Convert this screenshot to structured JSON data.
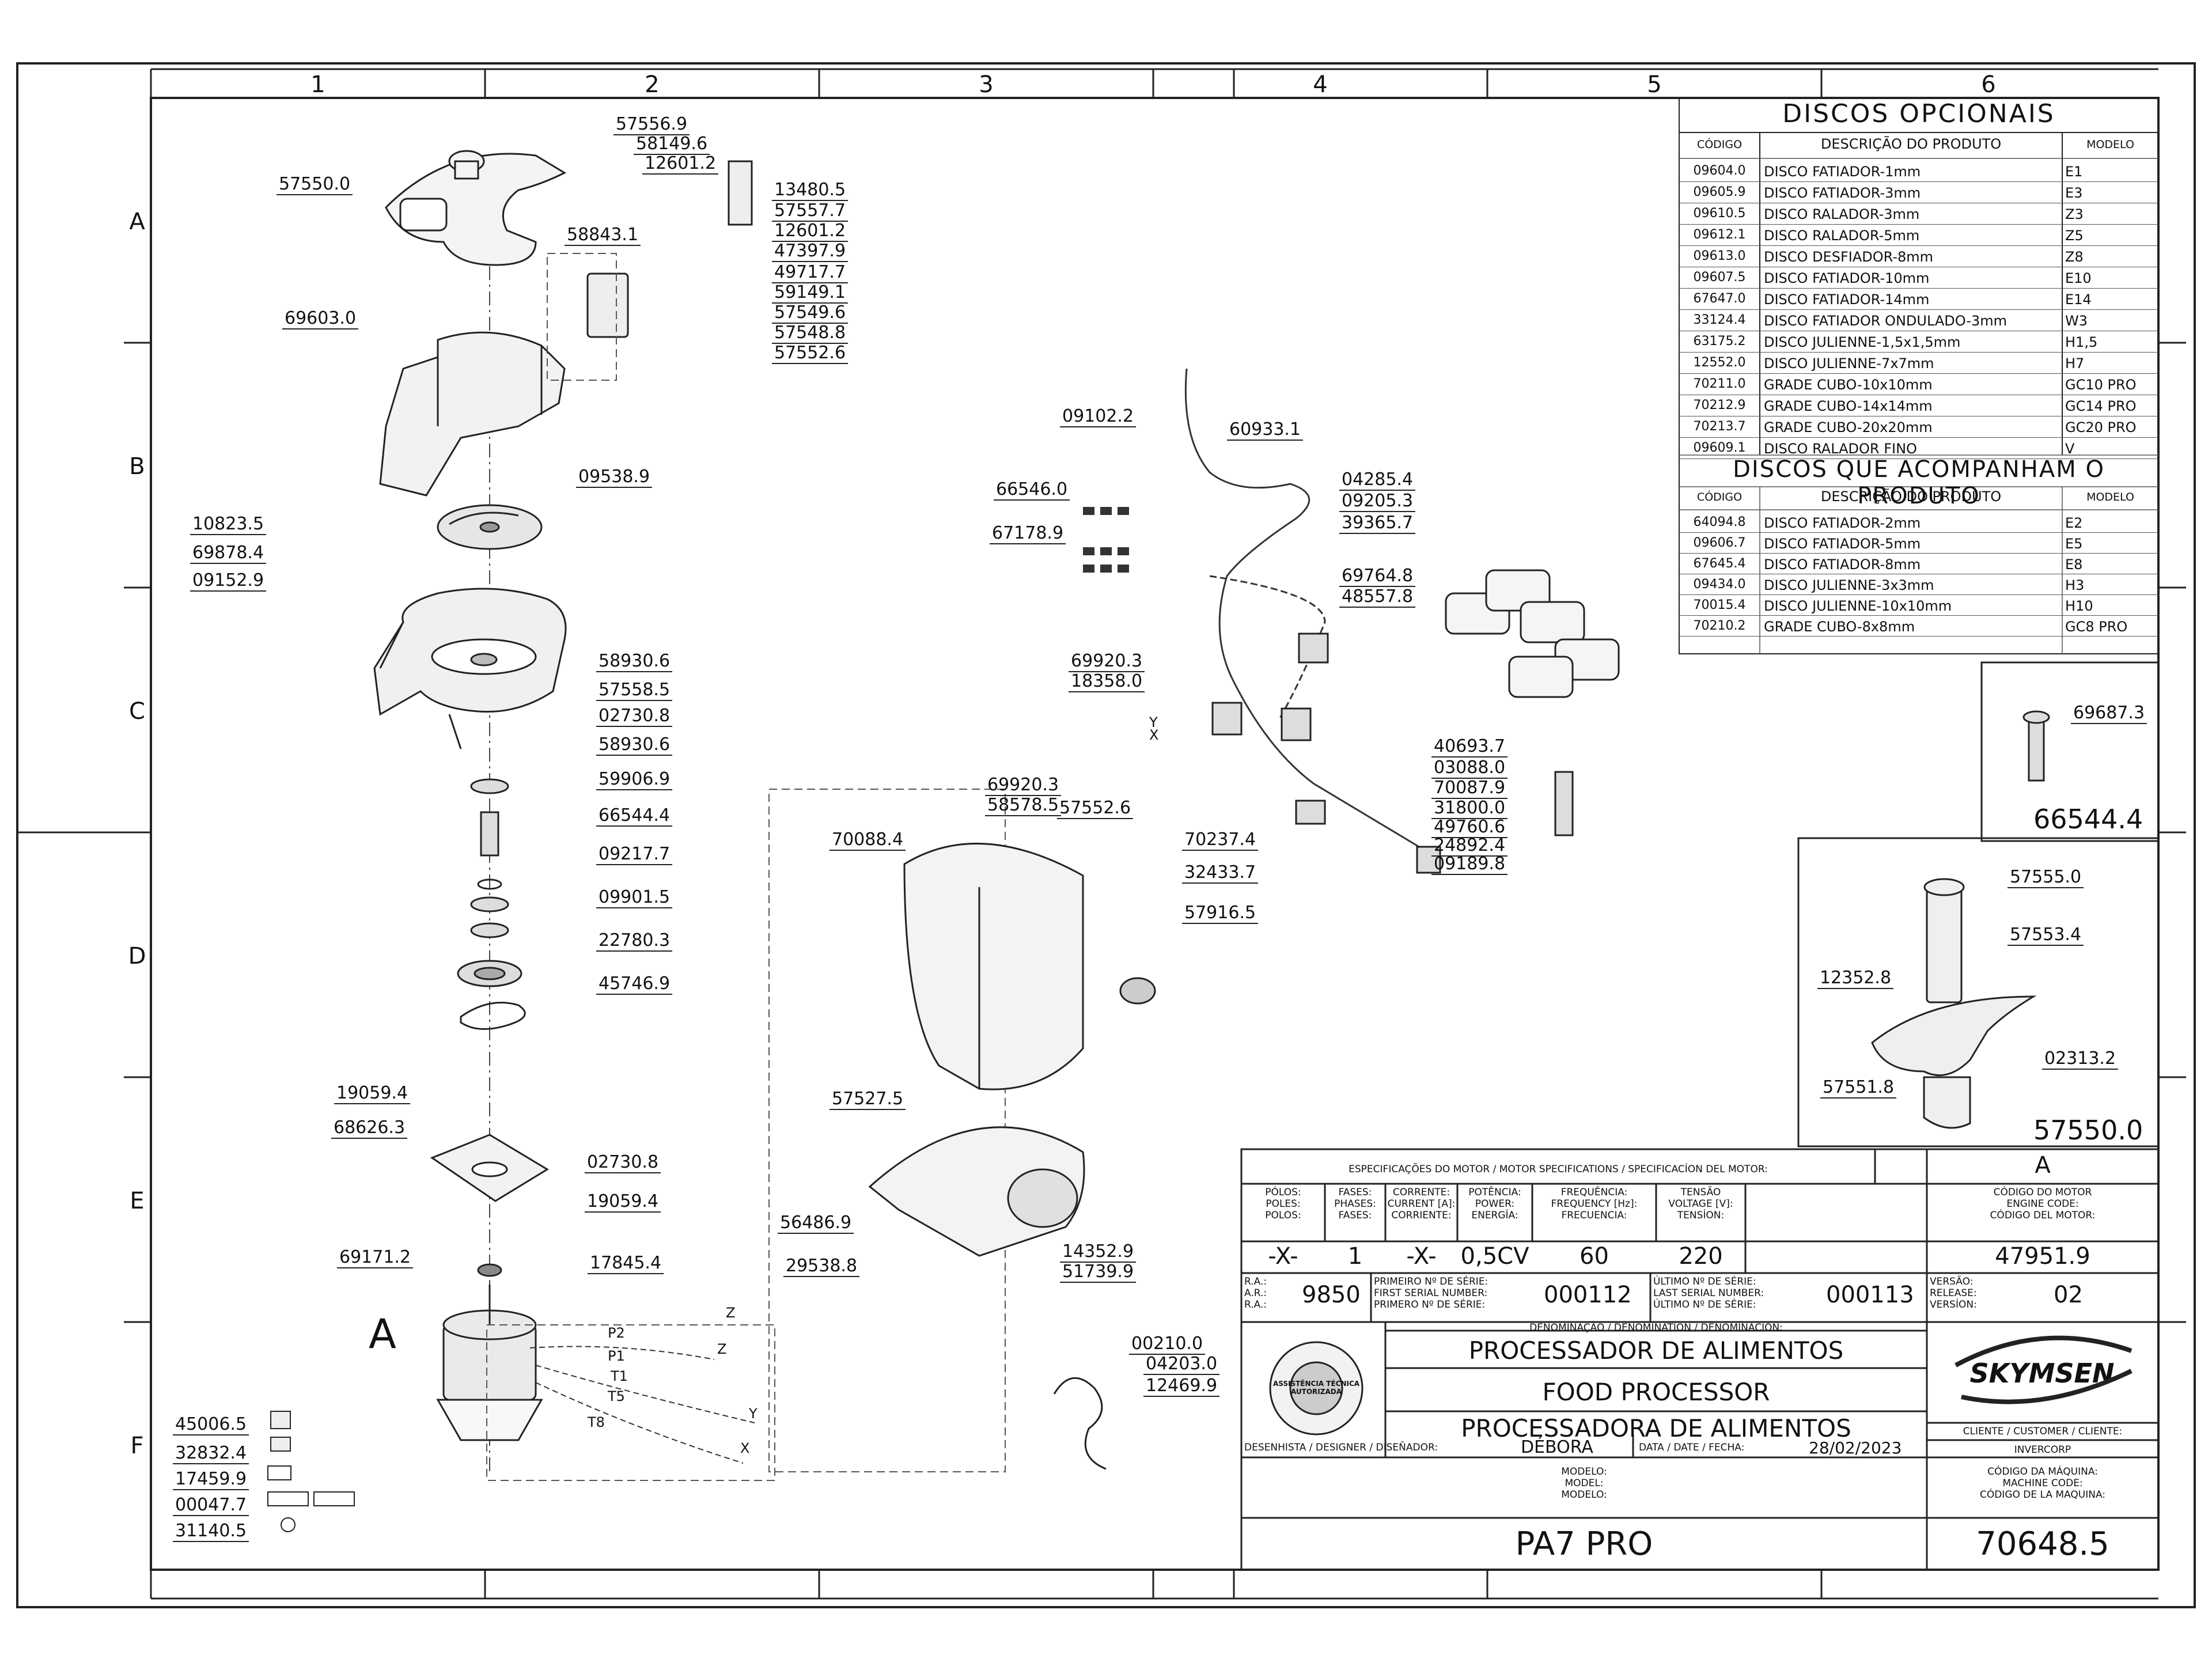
{
  "grid": {
    "cols": [
      "1",
      "2",
      "3",
      "4",
      "5",
      "6"
    ],
    "rows": [
      "A",
      "B",
      "C",
      "D",
      "E",
      "F"
    ]
  },
  "discos_opcionais": {
    "title": "DISCOS OPCIONAIS",
    "headers": {
      "code": "CÓDIGO",
      "desc": "DESCRIÇÃO DO PRODUTO",
      "model": "MODELO"
    },
    "rows": [
      {
        "code": "09604.0",
        "desc": "DISCO FATIADOR-1mm",
        "model": "E1"
      },
      {
        "code": "09605.9",
        "desc": "DISCO FATIADOR-3mm",
        "model": "E3"
      },
      {
        "code": "09610.5",
        "desc": "DISCO RALADOR-3mm",
        "model": "Z3"
      },
      {
        "code": "09612.1",
        "desc": "DISCO RALADOR-5mm",
        "model": "Z5"
      },
      {
        "code": "09613.0",
        "desc": "DISCO DESFIADOR-8mm",
        "model": "Z8"
      },
      {
        "code": "09607.5",
        "desc": "DISCO FATIADOR-10mm",
        "model": "E10"
      },
      {
        "code": "67647.0",
        "desc": "DISCO FATIADOR-14mm",
        "model": "E14"
      },
      {
        "code": "33124.4",
        "desc": "DISCO FATIADOR ONDULADO-3mm",
        "model": "W3"
      },
      {
        "code": "63175.2",
        "desc": "DISCO JULIENNE-1,5x1,5mm",
        "model": "H1,5"
      },
      {
        "code": "12552.0",
        "desc": "DISCO JULIENNE-7x7mm",
        "model": "H7"
      },
      {
        "code": "70211.0",
        "desc": "GRADE CUBO-10x10mm",
        "model": "GC10 PRO"
      },
      {
        "code": "70212.9",
        "desc": "GRADE CUBO-14x14mm",
        "model": "GC14 PRO"
      },
      {
        "code": "70213.7",
        "desc": "GRADE CUBO-20x20mm",
        "model": "GC20 PRO"
      },
      {
        "code": "09609.1",
        "desc": "DISCO RALADOR FINO",
        "model": "V"
      }
    ]
  },
  "discos_acompanham": {
    "title": "DISCOS QUE ACOMPANHAM O PRODUTO",
    "headers": {
      "code": "CÓDIGO",
      "desc": "DESCRIÇÃO DO PRODUTO",
      "model": "MODELO"
    },
    "rows": [
      {
        "code": "64094.8",
        "desc": "DISCO FATIADOR-2mm",
        "model": "E2"
      },
      {
        "code": "09606.7",
        "desc": "DISCO FATIADOR-5mm",
        "model": "E5"
      },
      {
        "code": "67645.4",
        "desc": "DISCO FATIADOR-8mm",
        "model": "E8"
      },
      {
        "code": "09434.0",
        "desc": "DISCO JULIENNE-3x3mm",
        "model": "H3"
      },
      {
        "code": "70015.4",
        "desc": "DISCO JULIENNE-10x10mm",
        "model": "H10"
      },
      {
        "code": "70210.2",
        "desc": "GRADE CUBO-8x8mm",
        "model": "GC8 PRO"
      }
    ]
  },
  "part_labels": [
    "57556.9",
    "58149.6",
    "12601.2",
    "13480.5",
    "57557.7",
    "12601.2",
    "47397.9",
    "49717.7",
    "59149.1",
    "57549.6",
    "57548.8",
    "57552.6",
    "58843.1",
    "57550.0",
    "69603.0",
    "09538.9",
    "10823.5",
    "69878.4",
    "09152.9",
    "58930.6",
    "57558.5",
    "02730.8",
    "58930.6",
    "59906.9",
    "66544.4",
    "09217.7",
    "09901.5",
    "22780.3",
    "45746.9",
    "19059.4",
    "68626.3",
    "02730.8",
    "19059.4",
    "69171.2",
    "17845.4",
    "45006.5",
    "32832.4",
    "17459.9",
    "00047.7",
    "31140.5",
    "70088.4",
    "57552.6",
    "70237.4",
    "32433.7",
    "57916.5",
    "57527.5",
    "56486.9",
    "29538.8",
    "14352.9",
    "51739.9",
    "00210.0",
    "04203.0",
    "12469.9",
    "09102.2",
    "60933.1",
    "04285.4",
    "09205.3",
    "39365.7",
    "66546.0",
    "67178.9",
    "69764.8",
    "48557.8",
    "69920.3",
    "18358.0",
    "69920.3",
    "58578.5",
    "40693.7",
    "03088.0",
    "70087.9",
    "31800.0",
    "49760.6",
    "24892.4",
    "09189.8",
    "69687.3",
    "57555.0",
    "57553.4",
    "12352.8",
    "02313.2",
    "57551.8"
  ],
  "wire_labels": [
    "P2",
    "P1",
    "T1",
    "T5",
    "Z",
    "T8",
    "Z",
    "Y",
    "X",
    "Y",
    "X"
  ],
  "motor_letter": "A",
  "inset1_code": "66544.4",
  "inset2_code": "57550.0",
  "motor_specs": {
    "title": "ESPECIFICAÇÕES DO MOTOR / MOTOR SPECIFICATIONS / SPECIFICACÍON DEL MOTOR:",
    "motor_letter": "A",
    "headers": {
      "poles": [
        "PÓLOS:",
        "POLES:",
        "POLOS:"
      ],
      "phases": [
        "FASES:",
        "PHASES:",
        "FASES:"
      ],
      "current": [
        "CORRENTE:",
        "CURRENT [A]:",
        "CORRIENTE:"
      ],
      "power": [
        "POTÊNCIA:",
        "POWER:",
        "ENERGÍA:"
      ],
      "frequency": [
        "FREQUÊNCIA:",
        "FREQUENCY [Hz]:",
        "FRECUENCIA:"
      ],
      "voltage": [
        "TENSÃO",
        "VOLTAGE [V]:",
        "TENSÍON:"
      ],
      "engine_code": [
        "CÓDIGO DO MOTOR",
        "ENGINE CODE:",
        "CÓDIGO DEL MOTOR:"
      ]
    },
    "values": {
      "poles": "-X-",
      "phases": "1",
      "current": "-X-",
      "power": "0,5CV",
      "frequency": "60",
      "voltage": "220",
      "engine_code": "47951.9"
    }
  },
  "title_block": {
    "ra_labels": [
      "R.A.:",
      "A.R.:",
      "R.A.:"
    ],
    "ra_value": "9850",
    "first_serial_labels": [
      "PRIMEIRO Nº DE SÉRIE:",
      "FIRST SERIAL NUMBER:",
      "PRIMERO Nº DE SÉRIE:"
    ],
    "first_serial": "000112",
    "last_serial_labels": [
      "ÚLTIMO Nº DE SÉRIE:",
      "LAST SERIAL NUMBER:",
      "ÚLTIMO Nº DE SÉRIE:"
    ],
    "last_serial": "000113",
    "version_labels": [
      "VERSÃO:",
      "RELEASE:",
      "VERSÍON:"
    ],
    "version": "02",
    "denomination_label": "DENOMINAÇÃO / DENOMINATION / DENOMINACIÓN:",
    "denominations": [
      "PROCESSADOR DE ALIMENTOS",
      "FOOD PROCESSOR",
      "PROCESSADORA DE ALIMENTOS"
    ],
    "brand": "SKYMSEN",
    "seal_text": "ASSISTÊNCIA TÉCNICA AUTORIZADA",
    "client_label": "CLIENTE / CUSTOMER / CLIENTE:",
    "client": "INVERCORP",
    "designer_label": "DESENHISTA / DESIGNER / DISEÑADOR:",
    "designer": "DÉBORA",
    "date_label": "DATA / DATE / FECHA:",
    "date": "28/02/2023",
    "model_labels": [
      "MODELO:",
      "MODEL:",
      "MODELO:"
    ],
    "machine_code_labels": [
      "CÓDIGO DA MÁQUINA:",
      "MACHINE CODE:",
      "CÓDIGO DE LA MAQUINA:"
    ],
    "model": "PA7 PRO",
    "machine_code": "70648.5"
  }
}
